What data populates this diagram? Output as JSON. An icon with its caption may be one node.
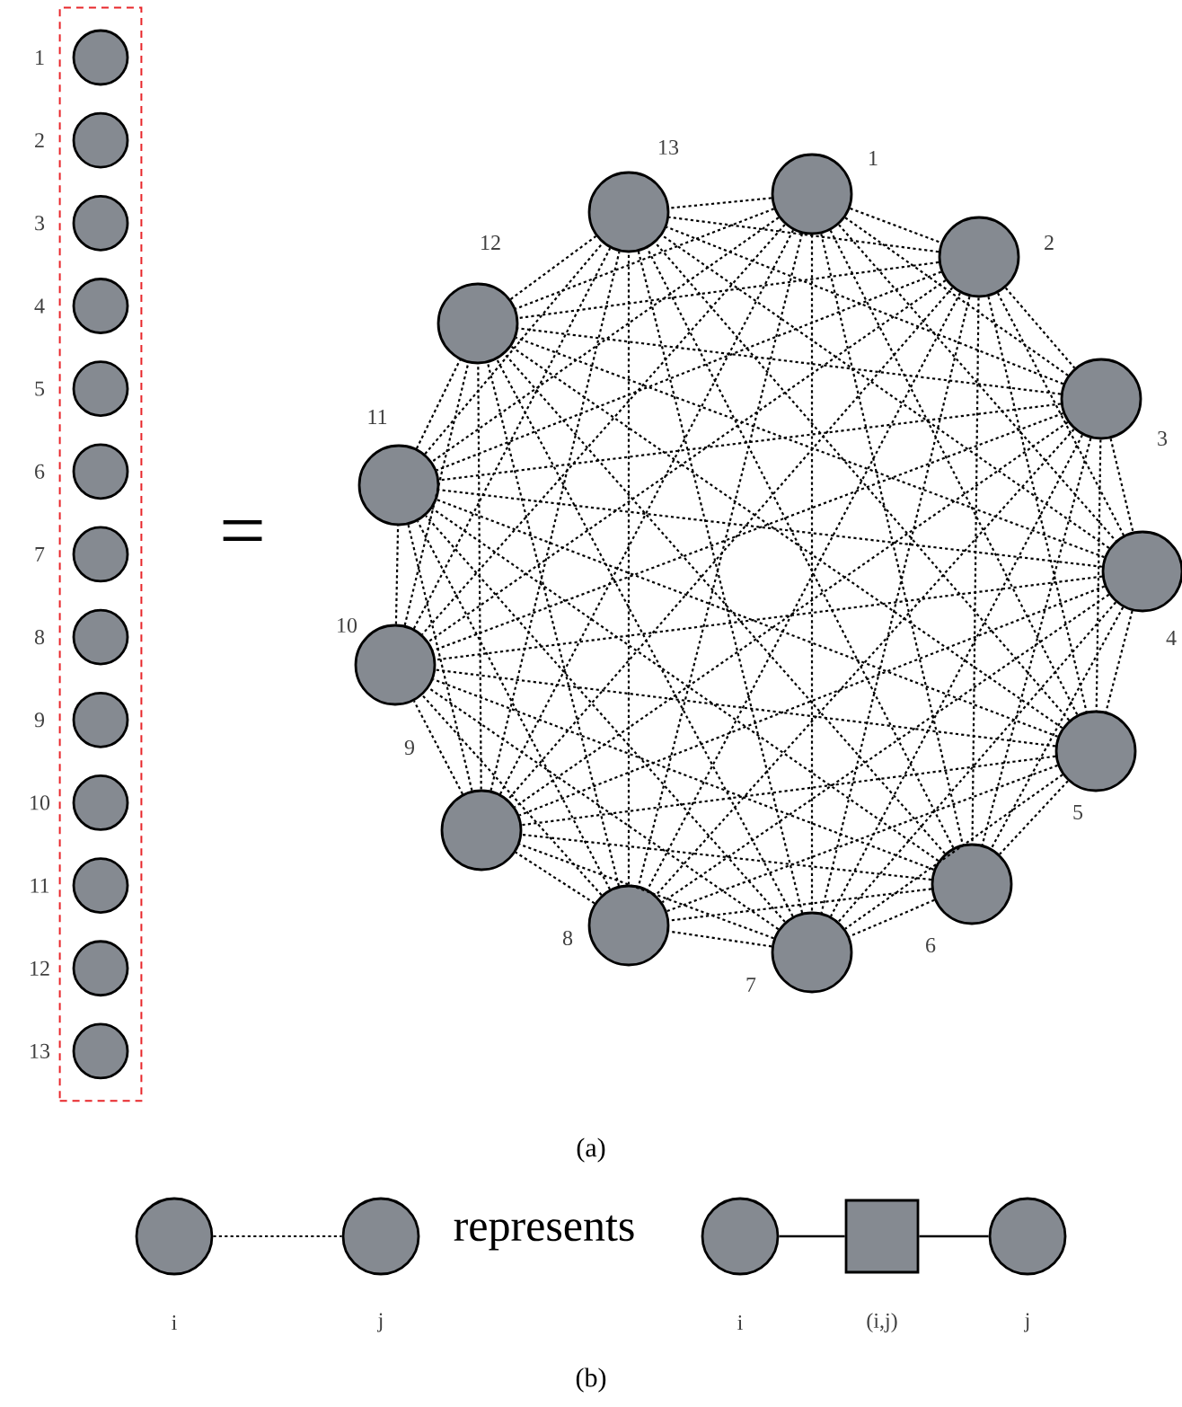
{
  "diagram": {
    "nodes": [
      {
        "text": [],
        "shape": "box"
      },
      {
        "text": [],
        "shape": "circle",
        "in": 0,
        "beside": [
          "1"
        ]
      },
      {
        "text": [],
        "shape": "circle",
        "in": 0,
        "beside": [
          "2"
        ]
      },
      {
        "text": [],
        "shape": "circle",
        "in": 0,
        "beside": [
          "3"
        ]
      },
      {
        "text": [],
        "shape": "circle",
        "in": 0,
        "beside": [
          "4"
        ]
      },
      {
        "text": [],
        "shape": "circle",
        "in": 0,
        "beside": [
          "5"
        ]
      },
      {
        "text": [],
        "shape": "circle",
        "in": 0,
        "beside": [
          "6"
        ]
      },
      {
        "text": [],
        "shape": "circle",
        "in": 0,
        "beside": [
          "7"
        ]
      },
      {
        "text": [],
        "shape": "circle",
        "in": 0,
        "beside": [
          "8"
        ]
      },
      {
        "text": [],
        "shape": "circle",
        "in": 0,
        "beside": [
          "9"
        ]
      },
      {
        "text": [],
        "shape": "circle",
        "in": 0,
        "beside": [
          "10"
        ]
      },
      {
        "text": [],
        "shape": "circle",
        "in": 0,
        "beside": [
          "11"
        ]
      },
      {
        "text": [],
        "shape": "circle",
        "in": 0,
        "beside": [
          "12"
        ]
      },
      {
        "text": [],
        "shape": "circle",
        "in": 0,
        "beside": [
          "13"
        ]
      },
      {
        "text": [],
        "shape": "circle",
        "beside": [
          "1"
        ]
      },
      {
        "text": [],
        "shape": "circle",
        "beside": [
          "2"
        ]
      },
      {
        "text": [],
        "shape": "circle",
        "beside": [
          "3"
        ]
      },
      {
        "text": [],
        "shape": "circle",
        "beside": [
          "4"
        ]
      },
      {
        "text": [],
        "shape": "circle",
        "beside": [
          "5"
        ]
      },
      {
        "text": [],
        "shape": "circle",
        "beside": [
          "6"
        ]
      },
      {
        "text": [],
        "shape": "circle",
        "beside": [
          "7"
        ]
      },
      {
        "text": [],
        "shape": "circle",
        "beside": [
          "8"
        ]
      },
      {
        "text": [],
        "shape": "circle",
        "beside": [
          "9"
        ]
      },
      {
        "text": [],
        "shape": "circle",
        "beside": [
          "10"
        ]
      },
      {
        "text": [],
        "shape": "circle",
        "beside": [
          "11"
        ]
      },
      {
        "text": [],
        "shape": "circle",
        "beside": [
          "12"
        ]
      },
      {
        "text": [],
        "shape": "circle",
        "beside": [
          "13"
        ]
      },
      {
        "text": [],
        "shape": "circle",
        "beside": [
          "i"
        ]
      },
      {
        "text": [],
        "shape": "circle",
        "beside": [
          "j"
        ]
      },
      {
        "text": [],
        "shape": "circle",
        "beside": [
          "i"
        ]
      },
      {
        "text": [],
        "shape": "box",
        "beside": [
          "(i,j)"
        ]
      },
      {
        "text": [],
        "shape": "circle",
        "beside": [
          "j"
        ]
      }
    ],
    "edges": [
      {
        "from": 14,
        "to": 15,
        "arrow": "none",
        "style": "dashed"
      },
      {
        "from": 14,
        "to": 16,
        "arrow": "none",
        "style": "dashed"
      },
      {
        "from": 14,
        "to": 17,
        "arrow": "none",
        "style": "dashed"
      },
      {
        "from": 14,
        "to": 18,
        "arrow": "none",
        "style": "dashed"
      },
      {
        "from": 14,
        "to": 19,
        "arrow": "none",
        "style": "dashed"
      },
      {
        "from": 14,
        "to": 20,
        "arrow": "none",
        "style": "dashed"
      },
      {
        "from": 14,
        "to": 21,
        "arrow": "none",
        "style": "dashed"
      },
      {
        "from": 14,
        "to": 22,
        "arrow": "none",
        "style": "dashed"
      },
      {
        "from": 14,
        "to": 23,
        "arrow": "none",
        "style": "dashed"
      },
      {
        "from": 14,
        "to": 24,
        "arrow": "none",
        "style": "dashed"
      },
      {
        "from": 14,
        "to": 25,
        "arrow": "none",
        "style": "dashed"
      },
      {
        "from": 14,
        "to": 26,
        "arrow": "none",
        "style": "dashed"
      },
      {
        "from": 15,
        "to": 16,
        "arrow": "none",
        "style": "dashed"
      },
      {
        "from": 15,
        "to": 17,
        "arrow": "none",
        "style": "dashed"
      },
      {
        "from": 15,
        "to": 18,
        "arrow": "none",
        "style": "dashed"
      },
      {
        "from": 15,
        "to": 19,
        "arrow": "none",
        "style": "dashed"
      },
      {
        "from": 15,
        "to": 20,
        "arrow": "none",
        "style": "dashed"
      },
      {
        "from": 15,
        "to": 21,
        "arrow": "none",
        "style": "dashed"
      },
      {
        "from": 15,
        "to": 22,
        "arrow": "none",
        "style": "dashed"
      },
      {
        "from": 15,
        "to": 23,
        "arrow": "none",
        "style": "dashed"
      },
      {
        "from": 15,
        "to": 24,
        "arrow": "none",
        "style": "dashed"
      },
      {
        "from": 15,
        "to": 25,
        "arrow": "none",
        "style": "dashed"
      },
      {
        "from": 15,
        "to": 26,
        "arrow": "none",
        "style": "dashed"
      },
      {
        "from": 16,
        "to": 17,
        "arrow": "none",
        "style": "dashed"
      },
      {
        "from": 16,
        "to": 18,
        "arrow": "none",
        "style": "dashed"
      },
      {
        "from": 16,
        "to": 19,
        "arrow": "none",
        "style": "dashed"
      },
      {
        "from": 16,
        "to": 20,
        "arrow": "none",
        "style": "dashed"
      },
      {
        "from": 16,
        "to": 21,
        "arrow": "none",
        "style": "dashed"
      },
      {
        "from": 16,
        "to": 22,
        "arrow": "none",
        "style": "dashed"
      },
      {
        "from": 16,
        "to": 23,
        "arrow": "none",
        "style": "dashed"
      },
      {
        "from": 16,
        "to": 24,
        "arrow": "none",
        "style": "dashed"
      },
      {
        "from": 16,
        "to": 25,
        "arrow": "none",
        "style": "dashed"
      },
      {
        "from": 16,
        "to": 26,
        "arrow": "none",
        "style": "dashed"
      },
      {
        "from": 17,
        "to": 18,
        "arrow": "none",
        "style": "dashed"
      },
      {
        "from": 17,
        "to": 19,
        "arrow": "none",
        "style": "dashed"
      },
      {
        "from": 17,
        "to": 20,
        "arrow": "none",
        "style": "dashed"
      },
      {
        "from": 17,
        "to": 21,
        "arrow": "none",
        "style": "dashed"
      },
      {
        "from": 17,
        "to": 22,
        "arrow": "none",
        "style": "dashed"
      },
      {
        "from": 17,
        "to": 23,
        "arrow": "none",
        "style": "dashed"
      },
      {
        "from": 17,
        "to": 24,
        "arrow": "none",
        "style": "dashed"
      },
      {
        "from": 17,
        "to": 25,
        "arrow": "none",
        "style": "dashed"
      },
      {
        "from": 17,
        "to": 26,
        "arrow": "none",
        "style": "dashed"
      },
      {
        "from": 18,
        "to": 19,
        "arrow": "none",
        "style": "dashed"
      },
      {
        "from": 18,
        "to": 20,
        "arrow": "none",
        "style": "dashed"
      },
      {
        "from": 18,
        "to": 21,
        "arrow": "none",
        "style": "dashed"
      },
      {
        "from": 18,
        "to": 22,
        "arrow": "none",
        "style": "dashed"
      },
      {
        "from": 18,
        "to": 23,
        "arrow": "none",
        "style": "dashed"
      },
      {
        "from": 18,
        "to": 24,
        "arrow": "none",
        "style": "dashed"
      },
      {
        "from": 18,
        "to": 25,
        "arrow": "none",
        "style": "dashed"
      },
      {
        "from": 18,
        "to": 26,
        "arrow": "none",
        "style": "dashed"
      },
      {
        "from": 19,
        "to": 20,
        "arrow": "none",
        "style": "dashed"
      },
      {
        "from": 19,
        "to": 21,
        "arrow": "none",
        "style": "dashed"
      },
      {
        "from": 19,
        "to": 22,
        "arrow": "none",
        "style": "dashed"
      },
      {
        "from": 19,
        "to": 23,
        "arrow": "none",
        "style": "dashed"
      },
      {
        "from": 19,
        "to": 24,
        "arrow": "none",
        "style": "dashed"
      },
      {
        "from": 19,
        "to": 25,
        "arrow": "none",
        "style": "dashed"
      },
      {
        "from": 19,
        "to": 26,
        "arrow": "none",
        "style": "dashed"
      },
      {
        "from": 20,
        "to": 21,
        "arrow": "none",
        "style": "dashed"
      },
      {
        "from": 20,
        "to": 22,
        "arrow": "none",
        "style": "dashed"
      },
      {
        "from": 20,
        "to": 23,
        "arrow": "none",
        "style": "dashed"
      },
      {
        "from": 20,
        "to": 24,
        "arrow": "none",
        "style": "dashed"
      },
      {
        "from": 20,
        "to": 25,
        "arrow": "none",
        "style": "dashed"
      },
      {
        "from": 20,
        "to": 26,
        "arrow": "none",
        "style": "dashed"
      },
      {
        "from": 21,
        "to": 22,
        "arrow": "none",
        "style": "dashed"
      },
      {
        "from": 21,
        "to": 23,
        "arrow": "none",
        "style": "dashed"
      },
      {
        "from": 21,
        "to": 24,
        "arrow": "none",
        "style": "dashed"
      },
      {
        "from": 21,
        "to": 25,
        "arrow": "none",
        "style": "dashed"
      },
      {
        "from": 21,
        "to": 26,
        "arrow": "none",
        "style": "dashed"
      },
      {
        "from": 22,
        "to": 23,
        "arrow": "none",
        "style": "dashed"
      },
      {
        "from": 22,
        "to": 24,
        "arrow": "none",
        "style": "dashed"
      },
      {
        "from": 22,
        "to": 25,
        "arrow": "none",
        "style": "dashed"
      },
      {
        "from": 22,
        "to": 26,
        "arrow": "none",
        "style": "dashed"
      },
      {
        "from": 23,
        "to": 24,
        "arrow": "none",
        "style": "dashed"
      },
      {
        "from": 23,
        "to": 25,
        "arrow": "none",
        "style": "dashed"
      },
      {
        "from": 23,
        "to": 26,
        "arrow": "none",
        "style": "dashed"
      },
      {
        "from": 24,
        "to": 25,
        "arrow": "none",
        "style": "dashed"
      },
      {
        "from": 24,
        "to": 26,
        "arrow": "none",
        "style": "dashed"
      },
      {
        "from": 25,
        "to": 26,
        "arrow": "none",
        "style": "dashed"
      },
      {
        "from": 27,
        "to": 28,
        "arrow": "none",
        "style": "dashed"
      },
      {
        "from": 29,
        "to": 30,
        "arrow": "none"
      },
      {
        "from": 30,
        "to": 31,
        "arrow": "none"
      }
    ],
    "labels": [
      "=",
      "(a)",
      "represents",
      "(b)"
    ]
  }
}
